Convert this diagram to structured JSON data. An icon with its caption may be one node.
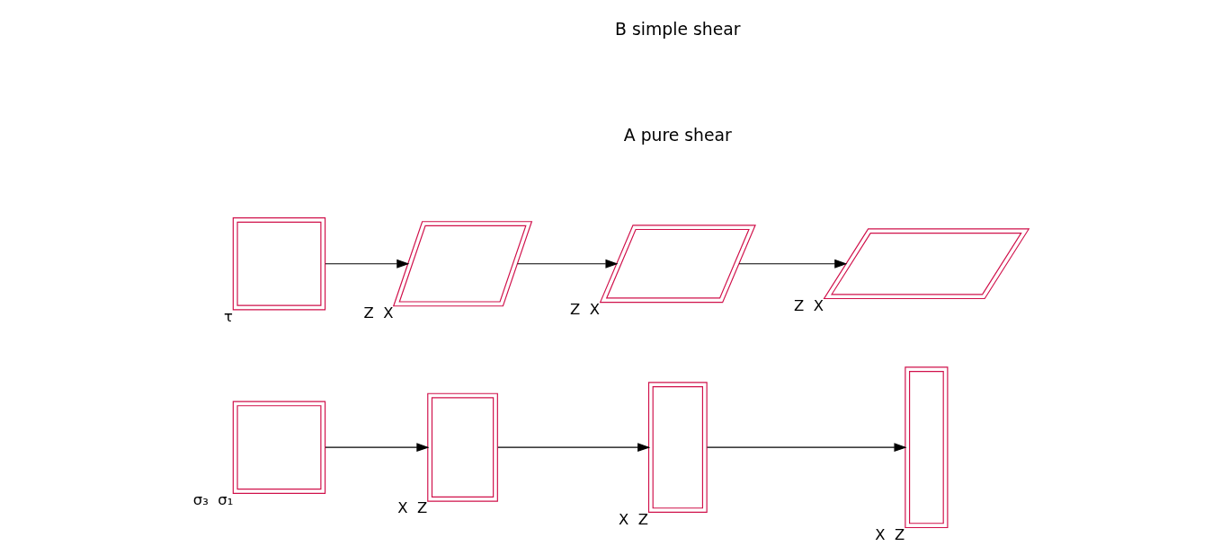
{
  "diagram": {
    "nodes": [
      {
        "text": [],
        "shape": "picture",
        "beside": [
          "σ₃",
          "σ₁"
        ]
      },
      {
        "text": [],
        "shape": "picture",
        "beside": [
          "X",
          "Z"
        ]
      },
      {
        "text": [],
        "shape": "picture",
        "beside": [
          "X",
          "Z"
        ]
      },
      {
        "text": [],
        "shape": "picture",
        "beside": [
          "X",
          "Z"
        ]
      },
      {
        "text": [],
        "shape": "picture",
        "beside": [
          "τ"
        ]
      },
      {
        "text": [],
        "shape": "picture",
        "beside": [
          "Z",
          "X"
        ]
      },
      {
        "text": [],
        "shape": "picture",
        "beside": [
          "Z",
          "X"
        ]
      },
      {
        "text": [],
        "shape": "picture",
        "beside": [
          "Z",
          "X"
        ]
      }
    ],
    "edges": [
      {
        "from": 0,
        "to": 1,
        "arrow": "to"
      },
      {
        "from": 1,
        "to": 2,
        "arrow": "to"
      },
      {
        "from": 2,
        "to": 3,
        "arrow": "to"
      },
      {
        "from": 4,
        "to": 5,
        "arrow": "to"
      },
      {
        "from": 5,
        "to": 6,
        "arrow": "to"
      },
      {
        "from": 6,
        "to": 7,
        "arrow": "to"
      }
    ],
    "labels": [
      "A pure shear",
      "B simple shear"
    ]
  }
}
